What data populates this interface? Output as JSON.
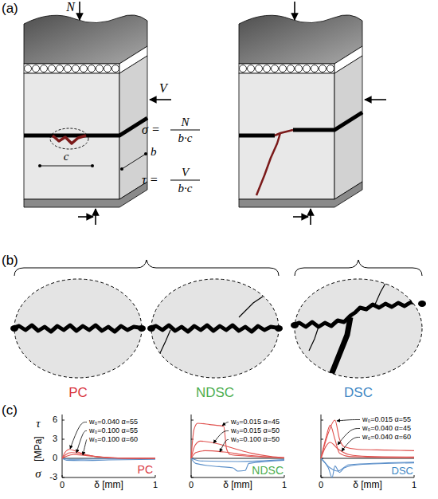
{
  "diagram": {
    "labels": [
      "(a)",
      "N",
      "V",
      "σ =",
      "N",
      "b·c",
      "τ =",
      "V",
      "b·c",
      "c",
      "b",
      "(b)",
      "PC",
      "NDSC",
      "DSC",
      "(c)",
      "τ",
      "[MPa]",
      "σ",
      "6",
      "3",
      "0",
      "-3",
      "w₀=0.040 α=55",
      "w₀=0.100 α=55",
      "w₀=0.100 α=60",
      "PC",
      "0",
      "1",
      "δ [mm]",
      "w₀=0.015 α=45",
      "w₀=0.015 α=50",
      "w₀=0.100 α=50",
      "NDSC",
      "0",
      "1",
      "δ [mm]",
      "w₀=0.015 α=55",
      "w₀=0.040 α=45",
      "w₀=0.040 α=60",
      "DSC",
      "0",
      "1",
      "δ [mm]"
    ]
  }
}
